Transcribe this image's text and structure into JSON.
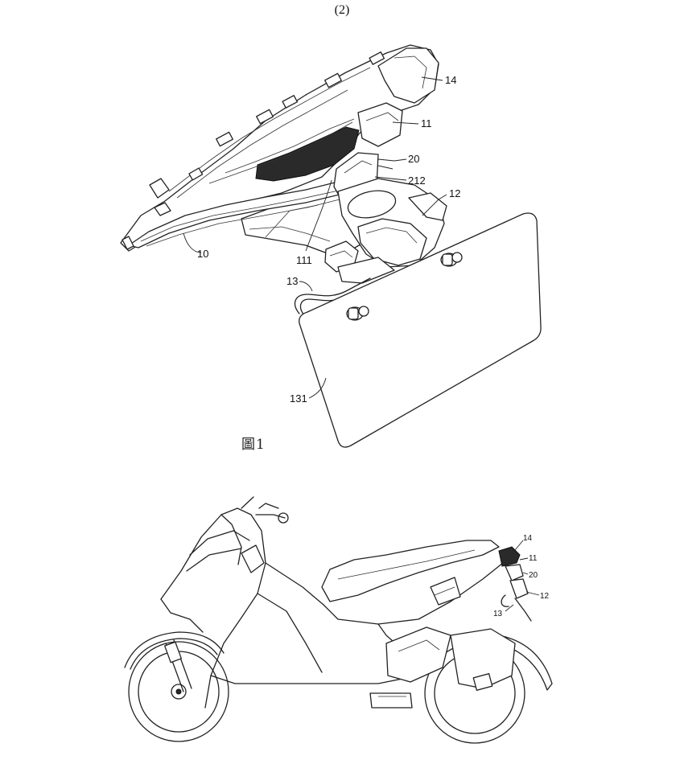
{
  "page_number": "(2)",
  "figure1": {
    "caption": "圖1",
    "labels": {
      "l14": "14",
      "l11": "11",
      "l20": "20",
      "l212": "212",
      "l12": "12",
      "l10": "10",
      "l111": "111",
      "l13": "13",
      "l131": "131"
    }
  },
  "figure2": {
    "labels": {
      "l14": "14",
      "l11": "11",
      "l20": "20",
      "l12": "12",
      "l13": "13"
    }
  }
}
